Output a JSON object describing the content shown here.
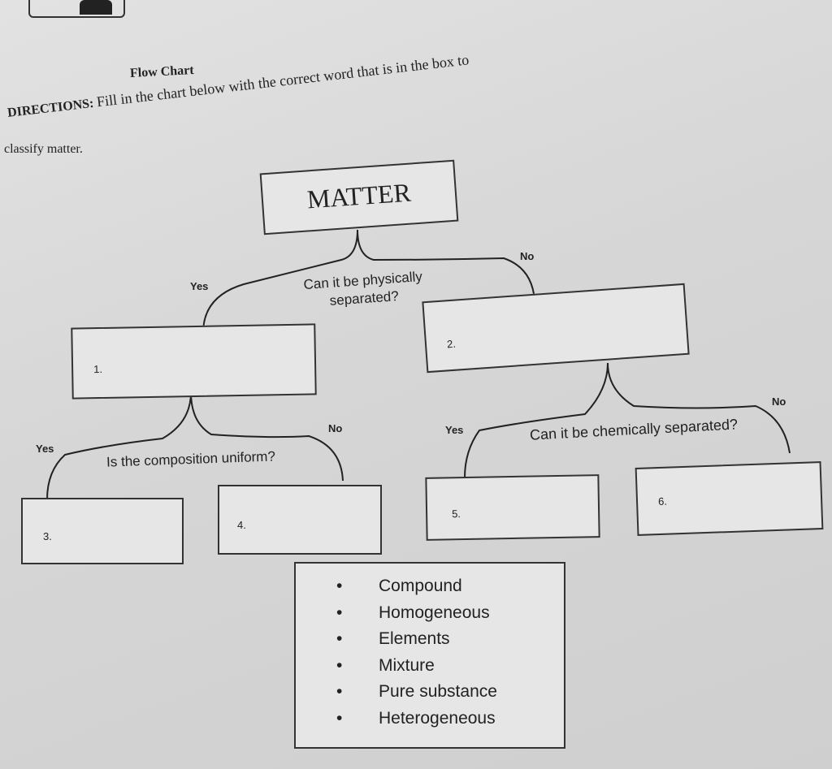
{
  "header": {
    "title": "Flow Chart",
    "directions_label": "DIRECTIONS:",
    "directions_text": "Fill in the chart below with the correct word that is in the box to",
    "directions_text2": "classify matter."
  },
  "chart": {
    "root": "MATTER",
    "q1": {
      "text": "Can it be physically separated?",
      "yes": "Yes",
      "no": "No"
    },
    "q2": {
      "text": "Is the composition uniform?",
      "yes": "Yes",
      "no": "No"
    },
    "q3": {
      "text": "Can it be chemically separated?",
      "yes": "Yes",
      "no": "No"
    },
    "boxes": [
      "1.",
      "2.",
      "3.",
      "4.",
      "5.",
      "6."
    ]
  },
  "word_bank": [
    "Compound",
    "Homogeneous",
    "Elements",
    "Mixture",
    "Pure substance",
    "Heterogeneous"
  ]
}
